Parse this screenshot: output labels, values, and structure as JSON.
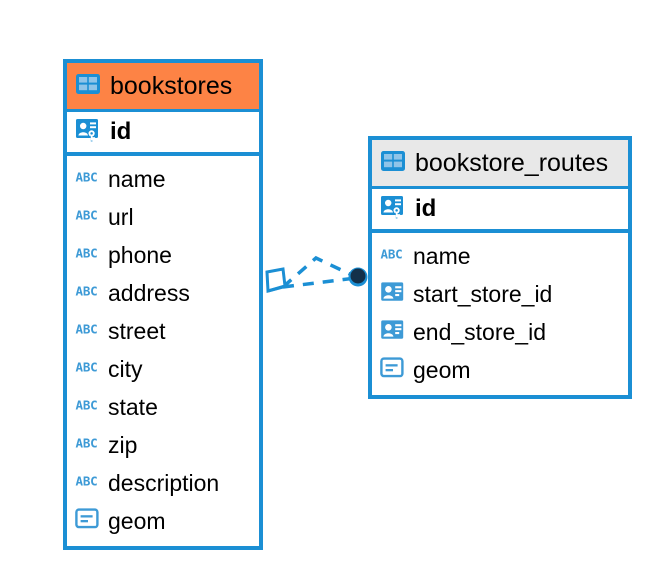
{
  "diagram": {
    "type": "entity-relationship-diagram",
    "background_color": "#ffffff",
    "accent_color": "#1b8fd4",
    "highlight_color": "#fd8345",
    "neutral_header_color": "#e8e8e8"
  },
  "tables": [
    {
      "name": "bookstores",
      "header_style": "accent",
      "header_icon": "table-icon",
      "primary_key": {
        "label": "id",
        "icon": "primary-key-icon"
      },
      "fields": [
        {
          "label": "name",
          "icon": "text-type-icon"
        },
        {
          "label": "url",
          "icon": "text-type-icon"
        },
        {
          "label": "phone",
          "icon": "text-type-icon"
        },
        {
          "label": "address",
          "icon": "text-type-icon"
        },
        {
          "label": "street",
          "icon": "text-type-icon"
        },
        {
          "label": "city",
          "icon": "text-type-icon"
        },
        {
          "label": "state",
          "icon": "text-type-icon"
        },
        {
          "label": "zip",
          "icon": "text-type-icon"
        },
        {
          "label": "description",
          "icon": "text-type-icon"
        },
        {
          "label": "geom",
          "icon": "geometry-type-icon"
        }
      ]
    },
    {
      "name": "bookstore_routes",
      "header_style": "neutral",
      "header_icon": "table-icon",
      "primary_key": {
        "label": "id",
        "icon": "primary-key-icon"
      },
      "fields": [
        {
          "label": "name",
          "icon": "text-type-icon"
        },
        {
          "label": "start_store_id",
          "icon": "foreign-key-icon"
        },
        {
          "label": "end_store_id",
          "icon": "foreign-key-icon"
        },
        {
          "label": "geom",
          "icon": "geometry-type-icon"
        }
      ]
    }
  ],
  "relationship": {
    "from_table": "bookstores",
    "to_table": "bookstore_routes",
    "from_cardinality_symbol": "crows-foot-many",
    "to_cardinality_symbol": "filled-circle-one",
    "line_style": "dashed",
    "line_color": "#1b8fd4",
    "endpoint_color": "#13304a"
  }
}
